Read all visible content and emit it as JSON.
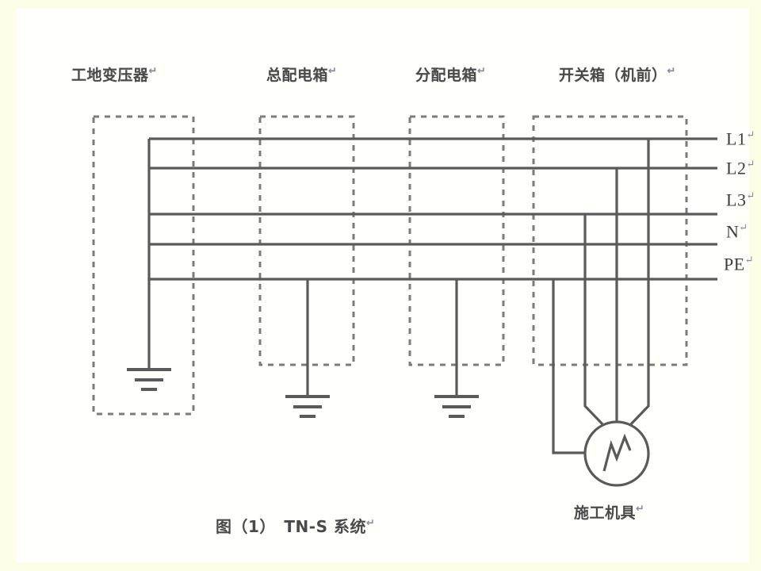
{
  "page": {
    "background_color": "#fdfde8",
    "panel_color": "#fffffb",
    "line_color": "#5a5a5a"
  },
  "diagram": {
    "title_caption": "图（1）　TN-S 系统",
    "caption_mark": "↵",
    "boxes": [
      {
        "id": "transformer",
        "label": "工地变压器",
        "mark": "↵"
      },
      {
        "id": "main-distribution",
        "label": "总配电箱",
        "mark": "↵"
      },
      {
        "id": "sub-distribution",
        "label": "分配电箱",
        "mark": "↵"
      },
      {
        "id": "switch-box",
        "label": "开关箱（机前）",
        "mark": "↵"
      }
    ],
    "conductors": [
      {
        "id": "L1",
        "label": "L1",
        "mark": "↵"
      },
      {
        "id": "L2",
        "label": "L2",
        "mark": "↵"
      },
      {
        "id": "L3",
        "label": "L3",
        "mark": "↵"
      },
      {
        "id": "N",
        "label": "N",
        "mark": "↵"
      },
      {
        "id": "PE",
        "label": "PE",
        "mark": "↵"
      }
    ],
    "load": {
      "label": "施工机具",
      "mark": "↵",
      "symbol": "motor-zigzag"
    },
    "earth_points": [
      {
        "id": "transformer-earth",
        "attached_to": "transformer"
      },
      {
        "id": "main-box-earth",
        "attached_to": "main-distribution"
      },
      {
        "id": "sub-box-earth",
        "attached_to": "sub-distribution"
      }
    ]
  }
}
